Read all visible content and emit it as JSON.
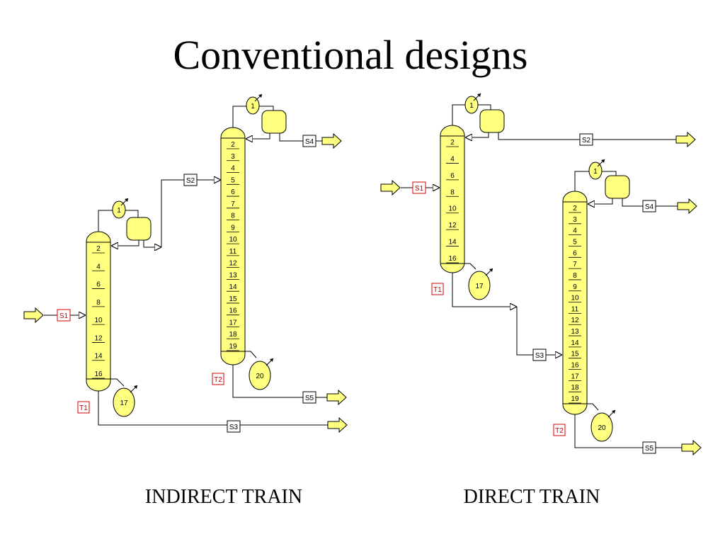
{
  "title": "Conventional designs",
  "colors": {
    "equipment_fill": "#ffff80",
    "column_tag": "#d40000",
    "line": "#000000",
    "arrow_fill": "#ffff80"
  },
  "icons": {
    "feed_arrow": "yellow-block-arrow",
    "stream_arrow": "open-triangle-arrow"
  },
  "indirect": {
    "label": "INDIRECT TRAIN",
    "column1": {
      "tag": "T1",
      "stages": [
        "2",
        "4",
        "6",
        "8",
        "10",
        "12",
        "14",
        "16"
      ],
      "condenser": "1",
      "reboiler": "17"
    },
    "column2": {
      "tag": "T2",
      "stages": [
        "2",
        "3",
        "4",
        "5",
        "6",
        "7",
        "8",
        "9",
        "10",
        "11",
        "12",
        "13",
        "14",
        "15",
        "16",
        "17",
        "18",
        "19"
      ],
      "condenser": "1",
      "reboiler": "20"
    },
    "streams": {
      "feed": "S1",
      "d1": "S2",
      "b1": "S3",
      "d2": "S4",
      "b2": "S5"
    }
  },
  "direct": {
    "label": "DIRECT TRAIN",
    "column1": {
      "tag": "T1",
      "stages": [
        "2",
        "4",
        "6",
        "8",
        "10",
        "12",
        "14",
        "16"
      ],
      "condenser": "1",
      "reboiler": "17"
    },
    "column2": {
      "tag": "T2",
      "stages": [
        "2",
        "3",
        "4",
        "5",
        "6",
        "7",
        "8",
        "9",
        "10",
        "11",
        "12",
        "13",
        "14",
        "15",
        "16",
        "17",
        "18",
        "19"
      ],
      "condenser": "1",
      "reboiler": "20"
    },
    "streams": {
      "feed": "S1",
      "d1": "S2",
      "b1": "S3",
      "d2": "S4",
      "b2": "S5"
    }
  }
}
